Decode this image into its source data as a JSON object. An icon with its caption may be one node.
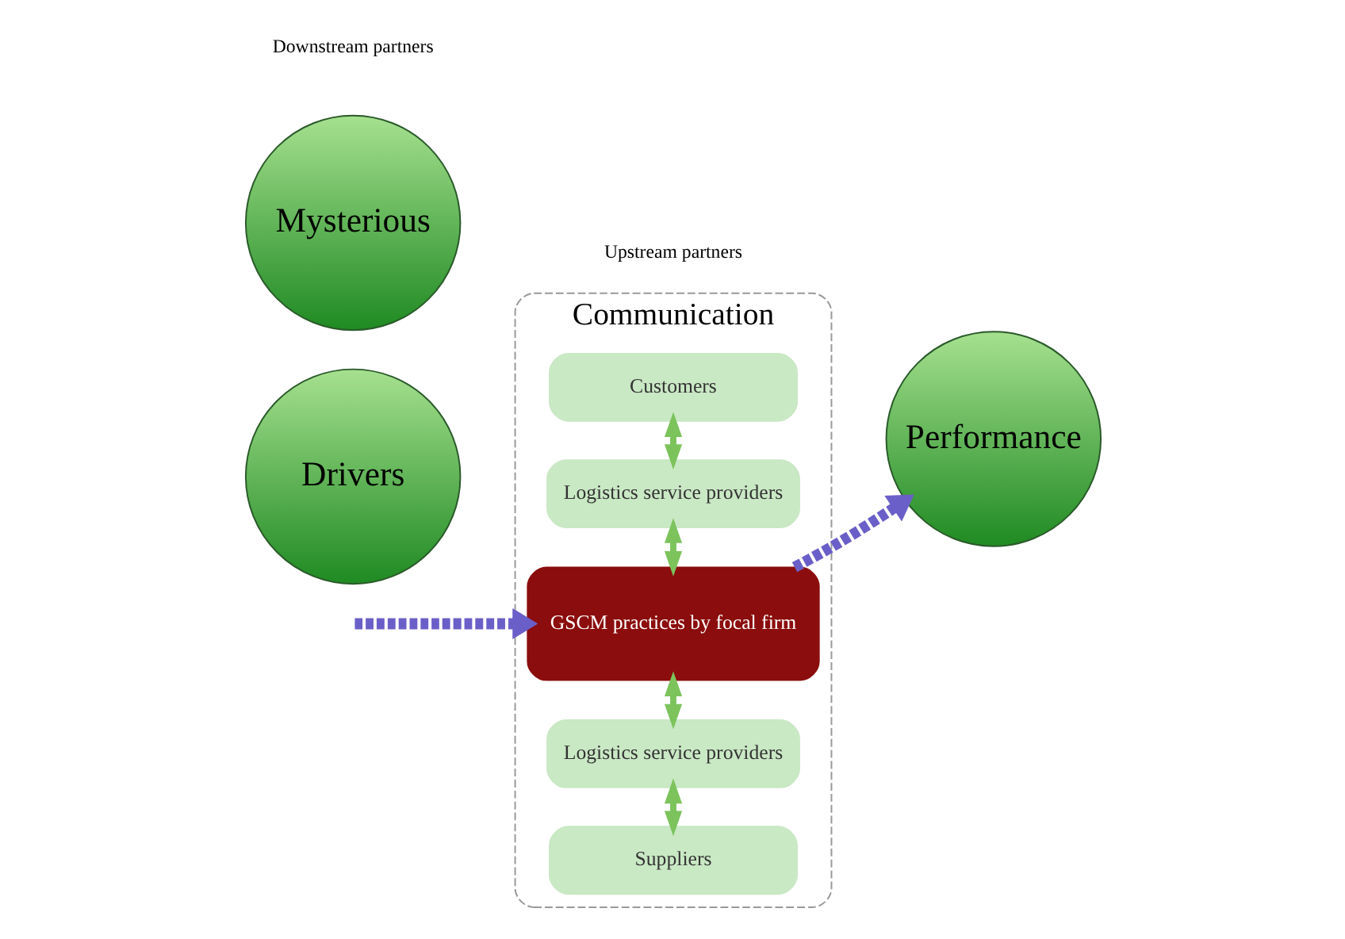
{
  "diagram": {
    "nodes": [
      {
        "text": [
          "Communication"
        ]
      },
      {
        "text": [
          "Mysterious"
        ]
      },
      {
        "text": [
          "Drivers"
        ]
      },
      {
        "text": [
          "Suppliers"
        ],
        "in": 0
      },
      {
        "text": [
          "Logistics service providers"
        ],
        "in": 0
      },
      {
        "text": [
          "GSCM practices by focal firm"
        ],
        "in": 0
      },
      {
        "text": [
          "Logistics service providers"
        ],
        "in": 0
      },
      {
        "text": [
          "Customers"
        ],
        "in": 0
      },
      {
        "text": [
          "Performance"
        ]
      }
    ],
    "edges": [
      {
        "from": 3,
        "to": 4,
        "arrow": "both"
      },
      {
        "from": 4,
        "to": 5,
        "arrow": "both"
      },
      {
        "from": 5,
        "to": 6,
        "arrow": "both"
      },
      {
        "from": 6,
        "to": 7,
        "arrow": "both"
      },
      {
        "from": null,
        "to": 5,
        "arrow": "to",
        "style": "dashed",
        "color": "#6a5fc8"
      },
      {
        "from": 5,
        "to": 8,
        "arrow": "to",
        "style": "dashed",
        "color": "#6a5fc8"
      }
    ],
    "labels": [
      "Upstream partners",
      "Downstream partners"
    ]
  }
}
